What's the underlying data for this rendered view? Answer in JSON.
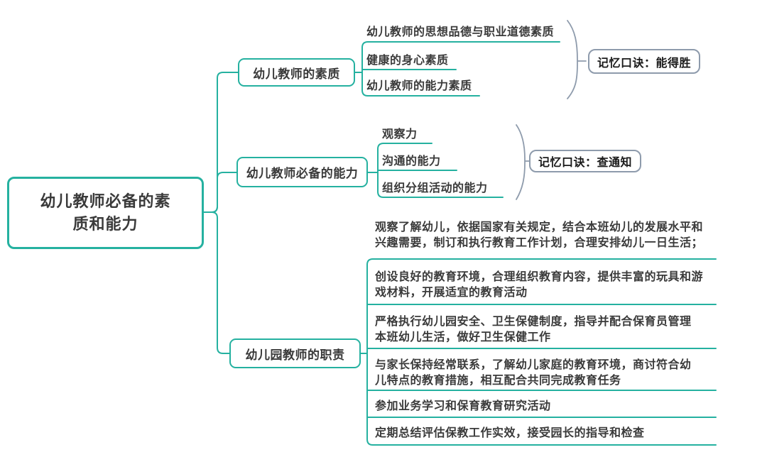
{
  "root": {
    "label": "幼儿教师必备的素\n质和能力"
  },
  "branches": [
    {
      "label": "幼儿教师的素质",
      "children": [
        "幼儿教师的思想品德与职业道德素质",
        "健康的身心素质",
        "幼儿教师的能力素质"
      ],
      "mnemonic": "记忆口诀：能得胜"
    },
    {
      "label": "幼儿教师必备的能力",
      "children": [
        "观察力",
        "沟通的能力",
        "组织分组活动的能力"
      ],
      "mnemonic": "记忆口诀：查通知"
    },
    {
      "label": "幼儿园教师的职责",
      "children": [
        "观察了解幼儿，依据国家有关规定，结合本班幼儿的发展水平和\n兴趣需要，制订和执行教育工作计划，合理安排幼儿一日生活；",
        "创设良好的教育环境，合理组织教育内容，提供丰富的玩具和游\n戏材料，开展适宜的教育活动",
        "严格执行幼儿园安全、卫生保健制度，指导并配合保育员管理\n本班幼儿生活，做好卫生保健工作",
        "与家长保持经常联系，了解幼儿家庭的教育环境，商讨符合幼\n儿特点的教育措施，相互配合共同完成教育任务",
        "参加业务学习和保育教育研究活动",
        "定期总结评估保教工作实效，接受园长的指导和检查"
      ]
    }
  ],
  "colors": {
    "branch_line": "#25b1a0",
    "brace_line": "#8e9bac",
    "text": "#3a3a3a",
    "background": "#ffffff"
  }
}
